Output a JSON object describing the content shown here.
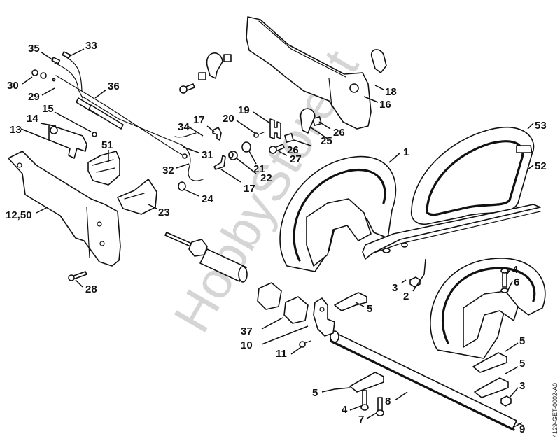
{
  "diagram": {
    "type": "exploded-parts-diagram",
    "watermark": "HobbyStore.it",
    "drawing_code": "4129-GET-0002-A0",
    "colors": {
      "line": "#111111",
      "background": "#ffffff",
      "watermark": "#c8c8c8"
    }
  },
  "labels": {
    "l35": "35",
    "l33": "33",
    "l30": "30",
    "l29": "29",
    "l36": "36",
    "l15": "15",
    "l14": "14",
    "l13": "13",
    "l51": "51",
    "l12_50": "12,50",
    "l28": "28",
    "l34": "34",
    "l17a": "17",
    "l20": "20",
    "l19": "19",
    "l31": "31",
    "l32": "32",
    "l21": "21",
    "l22": "22",
    "l17b": "17",
    "l24": "24",
    "l23": "23",
    "l27": "27",
    "l26a": "26",
    "l25": "25",
    "l26b": "26",
    "l18": "18",
    "l16": "16",
    "l53": "53",
    "l52": "52",
    "l1": "1",
    "l3a": "3",
    "l2": "2",
    "l4a": "4",
    "l6": "6",
    "l5a": "5",
    "l37": "37",
    "l10": "10",
    "l11": "11",
    "l5b": "5",
    "l5c": "5",
    "l5d": "5",
    "l3b": "3",
    "l4b": "4",
    "l7": "7",
    "l8": "8",
    "l9": "9"
  }
}
